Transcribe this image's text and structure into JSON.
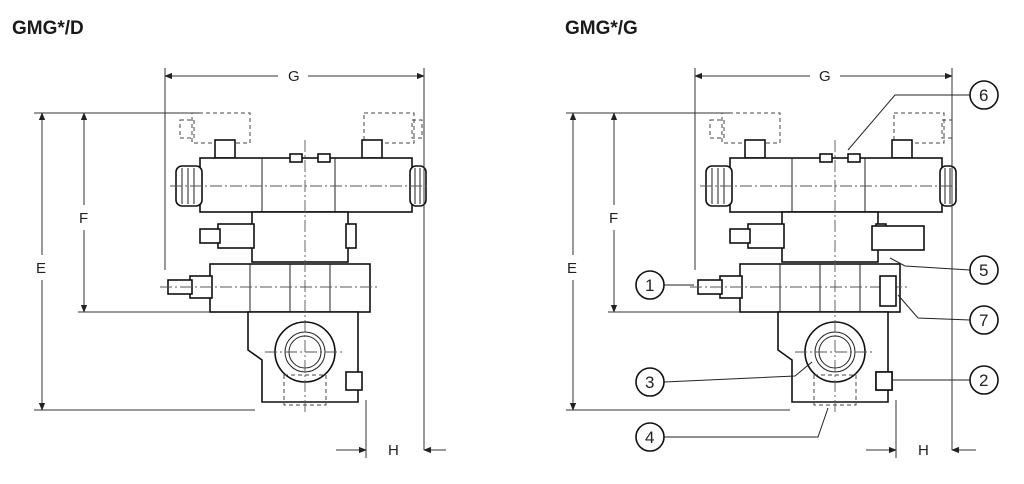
{
  "titles": {
    "left": "GMG*/D",
    "right": "GMG*/G"
  },
  "dimensions": {
    "G": "G",
    "F": "F",
    "E": "E",
    "H": "H"
  },
  "callouts": [
    "1",
    "2",
    "3",
    "4",
    "5",
    "6",
    "7"
  ]
}
